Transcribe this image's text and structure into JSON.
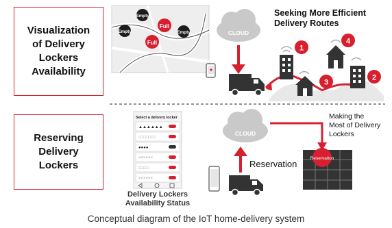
{
  "top_section": {
    "label_lines": [
      "Visualization",
      "of Delivery",
      "Lockers",
      "Availability"
    ],
    "heading_lines": [
      "Seeking More Efficient",
      "Delivery Routes"
    ],
    "map_pins": [
      {
        "text": "Empty",
        "color": "#1c1c1c"
      },
      {
        "text": "Empty",
        "color": "#1c1c1c"
      },
      {
        "text": "Empty",
        "color": "#1c1c1c"
      },
      {
        "text": "Full",
        "color": "#d6202f"
      },
      {
        "text": "Full",
        "color": "#d6202f"
      }
    ],
    "cloud_label": "CLOUD",
    "stop_numbers": [
      "1",
      "2",
      "3",
      "4"
    ]
  },
  "bottom_section": {
    "label_lines": [
      "Reserving",
      "Delivery",
      "Lockers"
    ],
    "app_title": "Select a delivery locker",
    "app_rows": [
      "▲▲▲▲▲▲",
      "□□□□□□□",
      "●●●●",
      "××××××",
      "□□□□",
      "××××××"
    ],
    "cloud_label": "CLOUD",
    "reservation_label": "Reservation",
    "reservation_badge": "Reservation",
    "making_lines": [
      "Making the",
      "Most of Delivery",
      "Lockers"
    ],
    "status_lines": [
      "Delivery Lockers",
      "Availability Status"
    ]
  },
  "caption": "Conceptual diagram of the IoT home-delivery system",
  "colors": {
    "accent": "#d6202f",
    "dark": "#333333",
    "cloud": "#c9c9c9",
    "dashed": "#555555"
  }
}
